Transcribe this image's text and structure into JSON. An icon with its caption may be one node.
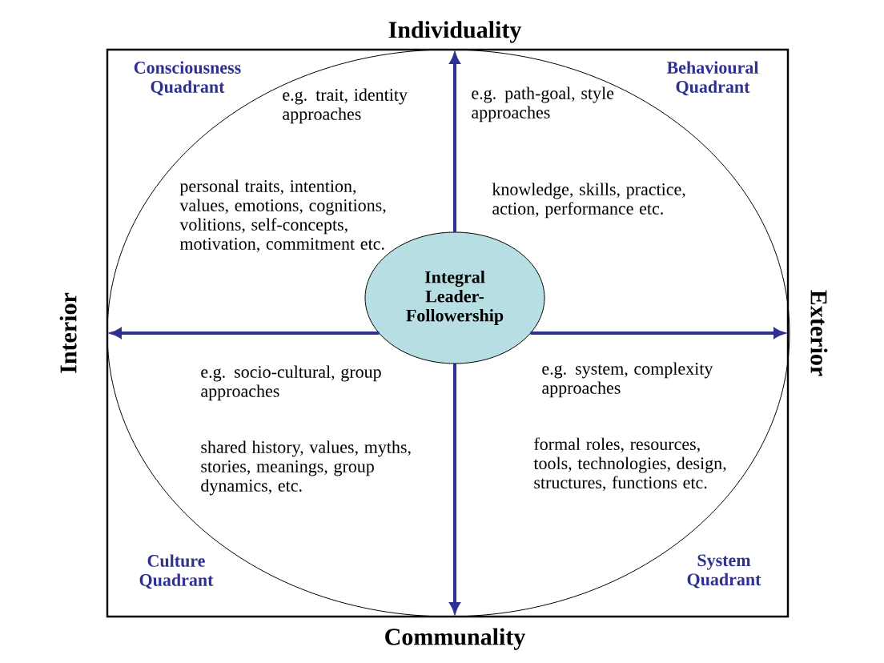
{
  "diagram": {
    "nodes": [
      {
        "text": [
          "Individuality"
        ]
      },
      {
        "text": [
          "Interior"
        ]
      },
      {
        "text": [
          "Integral Leader-Followership"
        ]
      },
      {
        "text": [
          "Exterior"
        ]
      },
      {
        "text": [
          "Communality"
        ]
      }
    ],
    "edges": [
      {
        "from": 2,
        "to": 0,
        "arrow": "to"
      },
      {
        "from": 2,
        "to": 1,
        "arrow": "to"
      },
      {
        "from": 2,
        "to": 3,
        "arrow": "to"
      },
      {
        "from": 2,
        "to": 4,
        "arrow": "to"
      }
    ],
    "labels": [
      "Consciousness Quadrant",
      "Behavioural Quadrant",
      "e.g. trait, identity approaches",
      "e.g. path-goal, style approaches",
      "personal traits, intention, values, emotions, cognitions, volitions, self-concepts, motivation, commitment etc.",
      "knowledge, skills, practice, action, performance etc.",
      "e.g. socio-cultural, group approaches",
      "e.g. system, complexity approaches",
      "shared history, values, myths, stories, meanings, group dynamics, etc.",
      "formal roles, resources, tools, technologies, design, structures, functions etc.",
      "Culture Quadrant",
      "System Quadrant"
    ]
  }
}
